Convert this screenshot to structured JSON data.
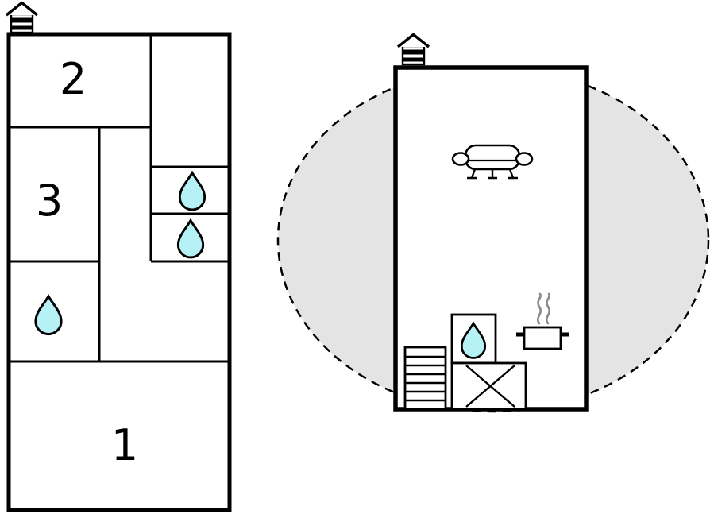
{
  "colors": {
    "background": "#ffffff",
    "wall": "#000000",
    "water_fill": "#b5f1f5",
    "water_stroke": "#000000",
    "terrace_fill": "#e4e4e4",
    "steam": "#8a8a8a"
  },
  "left_plan": {
    "room_labels": [
      "2",
      "3",
      "1"
    ],
    "water_drop_count": 3
  },
  "right_plan": {
    "furniture_icons": [
      "sofa-icon",
      "shelf-icon",
      "sink-water-drop-icon",
      "table-x-icon",
      "pot-with-steam-icon"
    ]
  },
  "icons": {
    "chimney": "chimney-icon",
    "water_drop": "water-drop-icon",
    "sofa": "sofa-icon",
    "shelf": "shelf-icon",
    "table": "table-x-icon",
    "stove": "pot-with-steam-icon"
  }
}
